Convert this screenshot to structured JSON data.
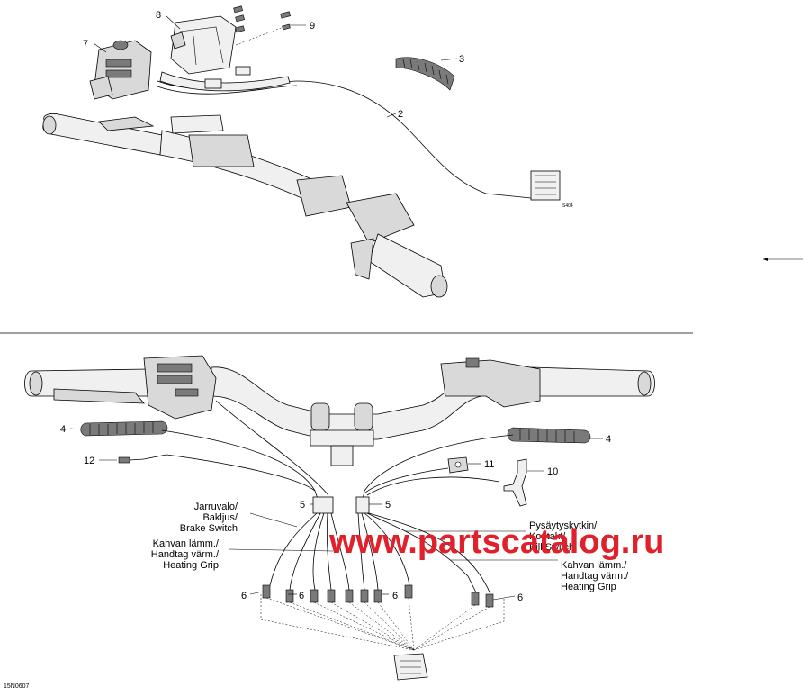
{
  "callouts": {
    "c1": "8",
    "c2": "9",
    "c3": "7",
    "c4": "3",
    "c5": "2",
    "c6": "4",
    "c7": "4",
    "c8": "12",
    "c9": "11",
    "c10": "10",
    "c11": "5",
    "c12": "5",
    "c13": "6",
    "c14": "6",
    "c15": "6",
    "c16": "6"
  },
  "labels": {
    "brake": [
      "Jarruvalo/",
      "Bakljus/",
      "Brake Switch"
    ],
    "heating_left": [
      "Kahvan lämm./",
      "Handtag värm./",
      "Heating Grip"
    ],
    "kill": [
      "Pysäytyskytkin/",
      "Kontakt/",
      "Kill Switch"
    ],
    "heating_right": [
      "Kahvan lämm./",
      "Handtag värm./",
      "Heating Grip"
    ]
  },
  "watermark": "www.partscatalog.ru",
  "figure_code": "15N0607",
  "colors": {
    "watermark": "#e0202a",
    "ink": "#000000",
    "part_fill": "#d9d9d9"
  }
}
